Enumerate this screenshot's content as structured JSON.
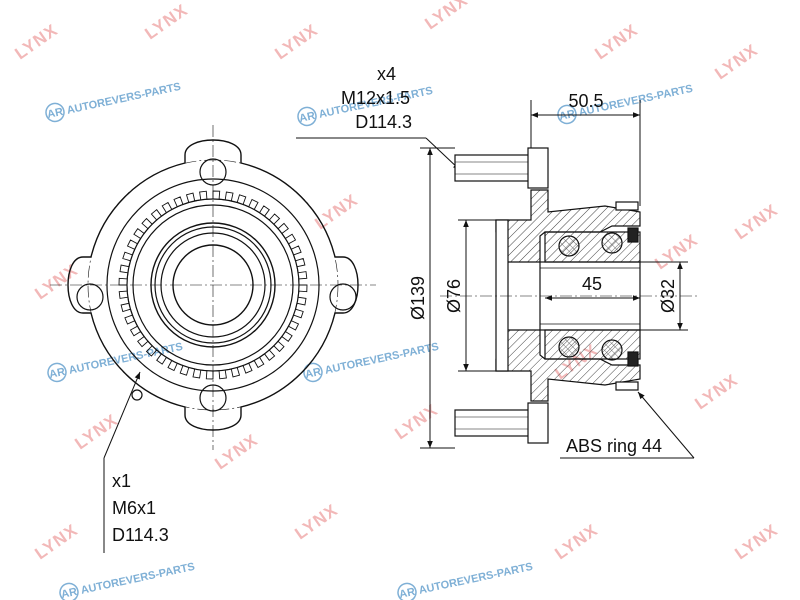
{
  "watermarks": {
    "brand_a": "LYNX",
    "brand_b": "AUTOREVERS-PARTS",
    "brand_b_logo": "AR",
    "brand_a_color": "#f2b8b8",
    "brand_b_color": "#7fb0d6"
  },
  "front_view": {
    "stud_note": {
      "count": "x4",
      "thread": "M12x1.5",
      "pcd": "D114.3"
    },
    "screw_note": {
      "count": "x1",
      "thread": "M6x1",
      "pcd": "D114.3"
    }
  },
  "section_view": {
    "dim_width": "50.5",
    "dim_flange_dia": "Ø139",
    "dim_pilot_dia": "Ø76",
    "dim_bearing_width": "45",
    "dim_bore_dia": "Ø32",
    "abs_note": "ABS ring 44"
  },
  "colors": {
    "line": "#111111",
    "hatch": "#444444"
  }
}
